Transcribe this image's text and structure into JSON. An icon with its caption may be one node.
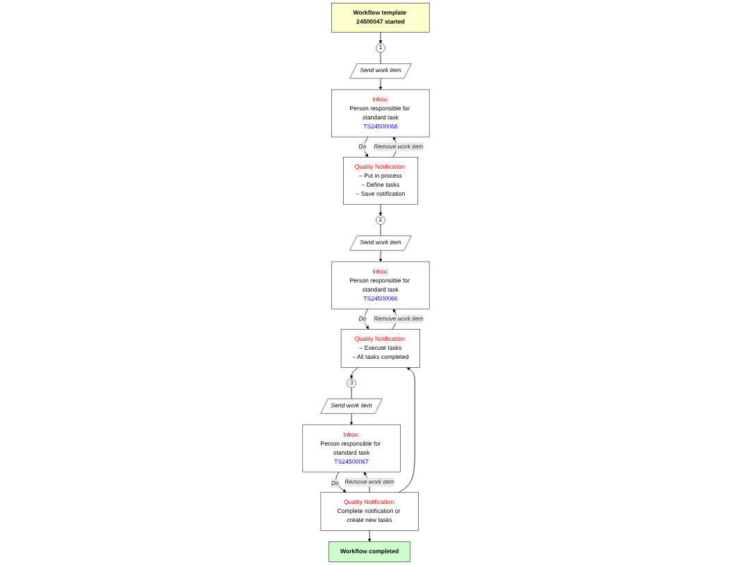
{
  "diagram": {
    "nodes": [
      {
        "text": [
          "Workflow template 24500047 started"
        ]
      },
      {
        "text": [
          "1"
        ]
      },
      {
        "text": [
          "Send work item"
        ]
      },
      {
        "text": [
          "Inbox:",
          "Person responsible for standard task",
          "TS24500068"
        ]
      },
      {
        "text": [
          "Quality Notification:",
          "– Put in process",
          "– Define tasks",
          "– Save notification"
        ]
      },
      {
        "text": [
          "2"
        ]
      },
      {
        "text": [
          "Send work item"
        ]
      },
      {
        "text": [
          "Inbox:",
          "Person responsible for standard task",
          "TS24500066"
        ]
      },
      {
        "text": [
          "Quality Notification:",
          "– Execute tasks",
          "– All tasks completed"
        ]
      },
      {
        "text": [
          "3"
        ]
      },
      {
        "text": [
          "Send work item"
        ]
      },
      {
        "text": [
          "Inbox:",
          "Person responsible for standard task",
          "TS24500067"
        ]
      },
      {
        "text": [
          "Quality Notification:",
          "Complete notification or create new tasks"
        ]
      },
      {
        "text": [
          "Workflow completed"
        ]
      }
    ],
    "edges": [
      {
        "from": 0,
        "to": 1,
        "arrow": "to"
      },
      {
        "from": 1,
        "to": 2,
        "arrow": "none"
      },
      {
        "from": 2,
        "to": 3,
        "arrow": "to"
      },
      {
        "from": 3,
        "to": 4,
        "arrow": "to",
        "label": "Do"
      },
      {
        "from": 4,
        "to": 3,
        "arrow": "to",
        "label": "Remove work item"
      },
      {
        "from": 4,
        "to": 5,
        "arrow": "to"
      },
      {
        "from": 5,
        "to": 6,
        "arrow": "none"
      },
      {
        "from": 6,
        "to": 7,
        "arrow": "to"
      },
      {
        "from": 7,
        "to": 8,
        "arrow": "to",
        "label": "Do"
      },
      {
        "from": 8,
        "to": 7,
        "arrow": "to",
        "label": "Remove work item"
      },
      {
        "from": 8,
        "to": 9,
        "arrow": "to"
      },
      {
        "from": 9,
        "to": 10,
        "arrow": "none"
      },
      {
        "from": 10,
        "to": 11,
        "arrow": "to"
      },
      {
        "from": 11,
        "to": 12,
        "arrow": "to",
        "label": "Do"
      },
      {
        "from": 12,
        "to": 11,
        "arrow": "to",
        "label": "Remove work item"
      },
      {
        "from": 12,
        "to": 13,
        "arrow": "to"
      },
      {
        "from": 12,
        "to": 8,
        "arrow": "to"
      }
    ]
  }
}
